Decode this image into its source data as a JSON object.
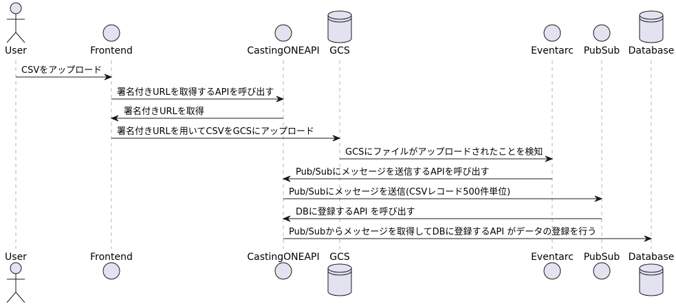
{
  "participants": [
    {
      "id": "user",
      "name": "User",
      "kind": "actor"
    },
    {
      "id": "frontend",
      "name": "Frontend",
      "kind": "participant"
    },
    {
      "id": "api",
      "name": "CastingONEAPI",
      "kind": "participant"
    },
    {
      "id": "gcs",
      "name": "GCS",
      "kind": "database"
    },
    {
      "id": "eventarc",
      "name": "Eventarc",
      "kind": "participant"
    },
    {
      "id": "pubsub",
      "name": "PubSub",
      "kind": "participant"
    },
    {
      "id": "database",
      "name": "Database",
      "kind": "database"
    }
  ],
  "messages": [
    {
      "from": "user",
      "to": "frontend",
      "text": "CSVをアップロード"
    },
    {
      "from": "frontend",
      "to": "api",
      "text": "署名付きURLを取得するAPIを呼び出す"
    },
    {
      "from": "api",
      "to": "frontend",
      "text": "署名付きURLを取得"
    },
    {
      "from": "frontend",
      "to": "gcs",
      "text": "署名付きURLを用いてCSVをGCSにアップロード"
    },
    {
      "from": "gcs",
      "to": "eventarc",
      "text": "GCSにファイルがアップロードされたことを検知"
    },
    {
      "from": "eventarc",
      "to": "api",
      "text": "Pub/Subにメッセージを送信するAPIを呼び出す"
    },
    {
      "from": "api",
      "to": "pubsub",
      "text": "Pub/Subにメッセージを送信(CSVレコード500件単位)"
    },
    {
      "from": "pubsub",
      "to": "api",
      "text": "DBに登録するAPI を呼び出す"
    },
    {
      "from": "api",
      "to": "database",
      "text": "Pub/Subからメッセージを取得してDBに登録するAPI がデータの登録を行う"
    }
  ]
}
